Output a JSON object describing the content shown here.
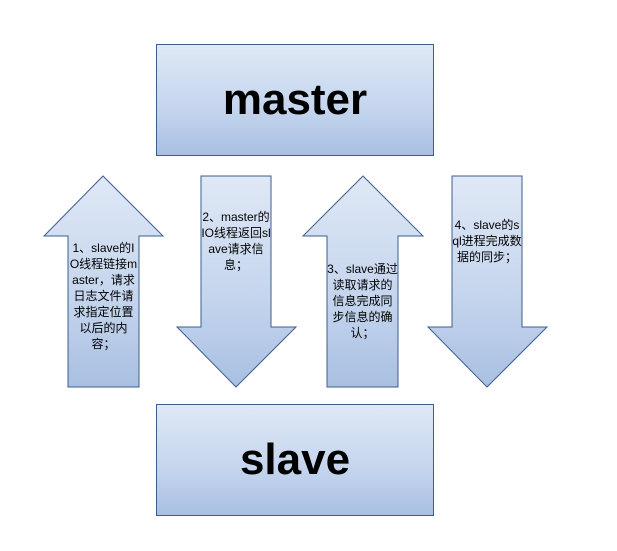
{
  "nodes": {
    "master": "master",
    "slave": "slave"
  },
  "steps": [
    {
      "direction": "up",
      "text": "1、slave的IO线程链接master，请求日志文件请求指定位置以后的内容；"
    },
    {
      "direction": "down",
      "text": "2、master的IO线程返回slave请求信息；"
    },
    {
      "direction": "up",
      "text": "3、slave通过读取请求的信息完成同步信息的确认；"
    },
    {
      "direction": "down",
      "text": "4、slave的sql进程完成数据的同步；"
    }
  ],
  "colors": {
    "fill_light": "#dfe8f6",
    "fill_mid": "#c6d6ee",
    "fill_dark": "#a9c0e2",
    "border": "#3e5d8f"
  }
}
